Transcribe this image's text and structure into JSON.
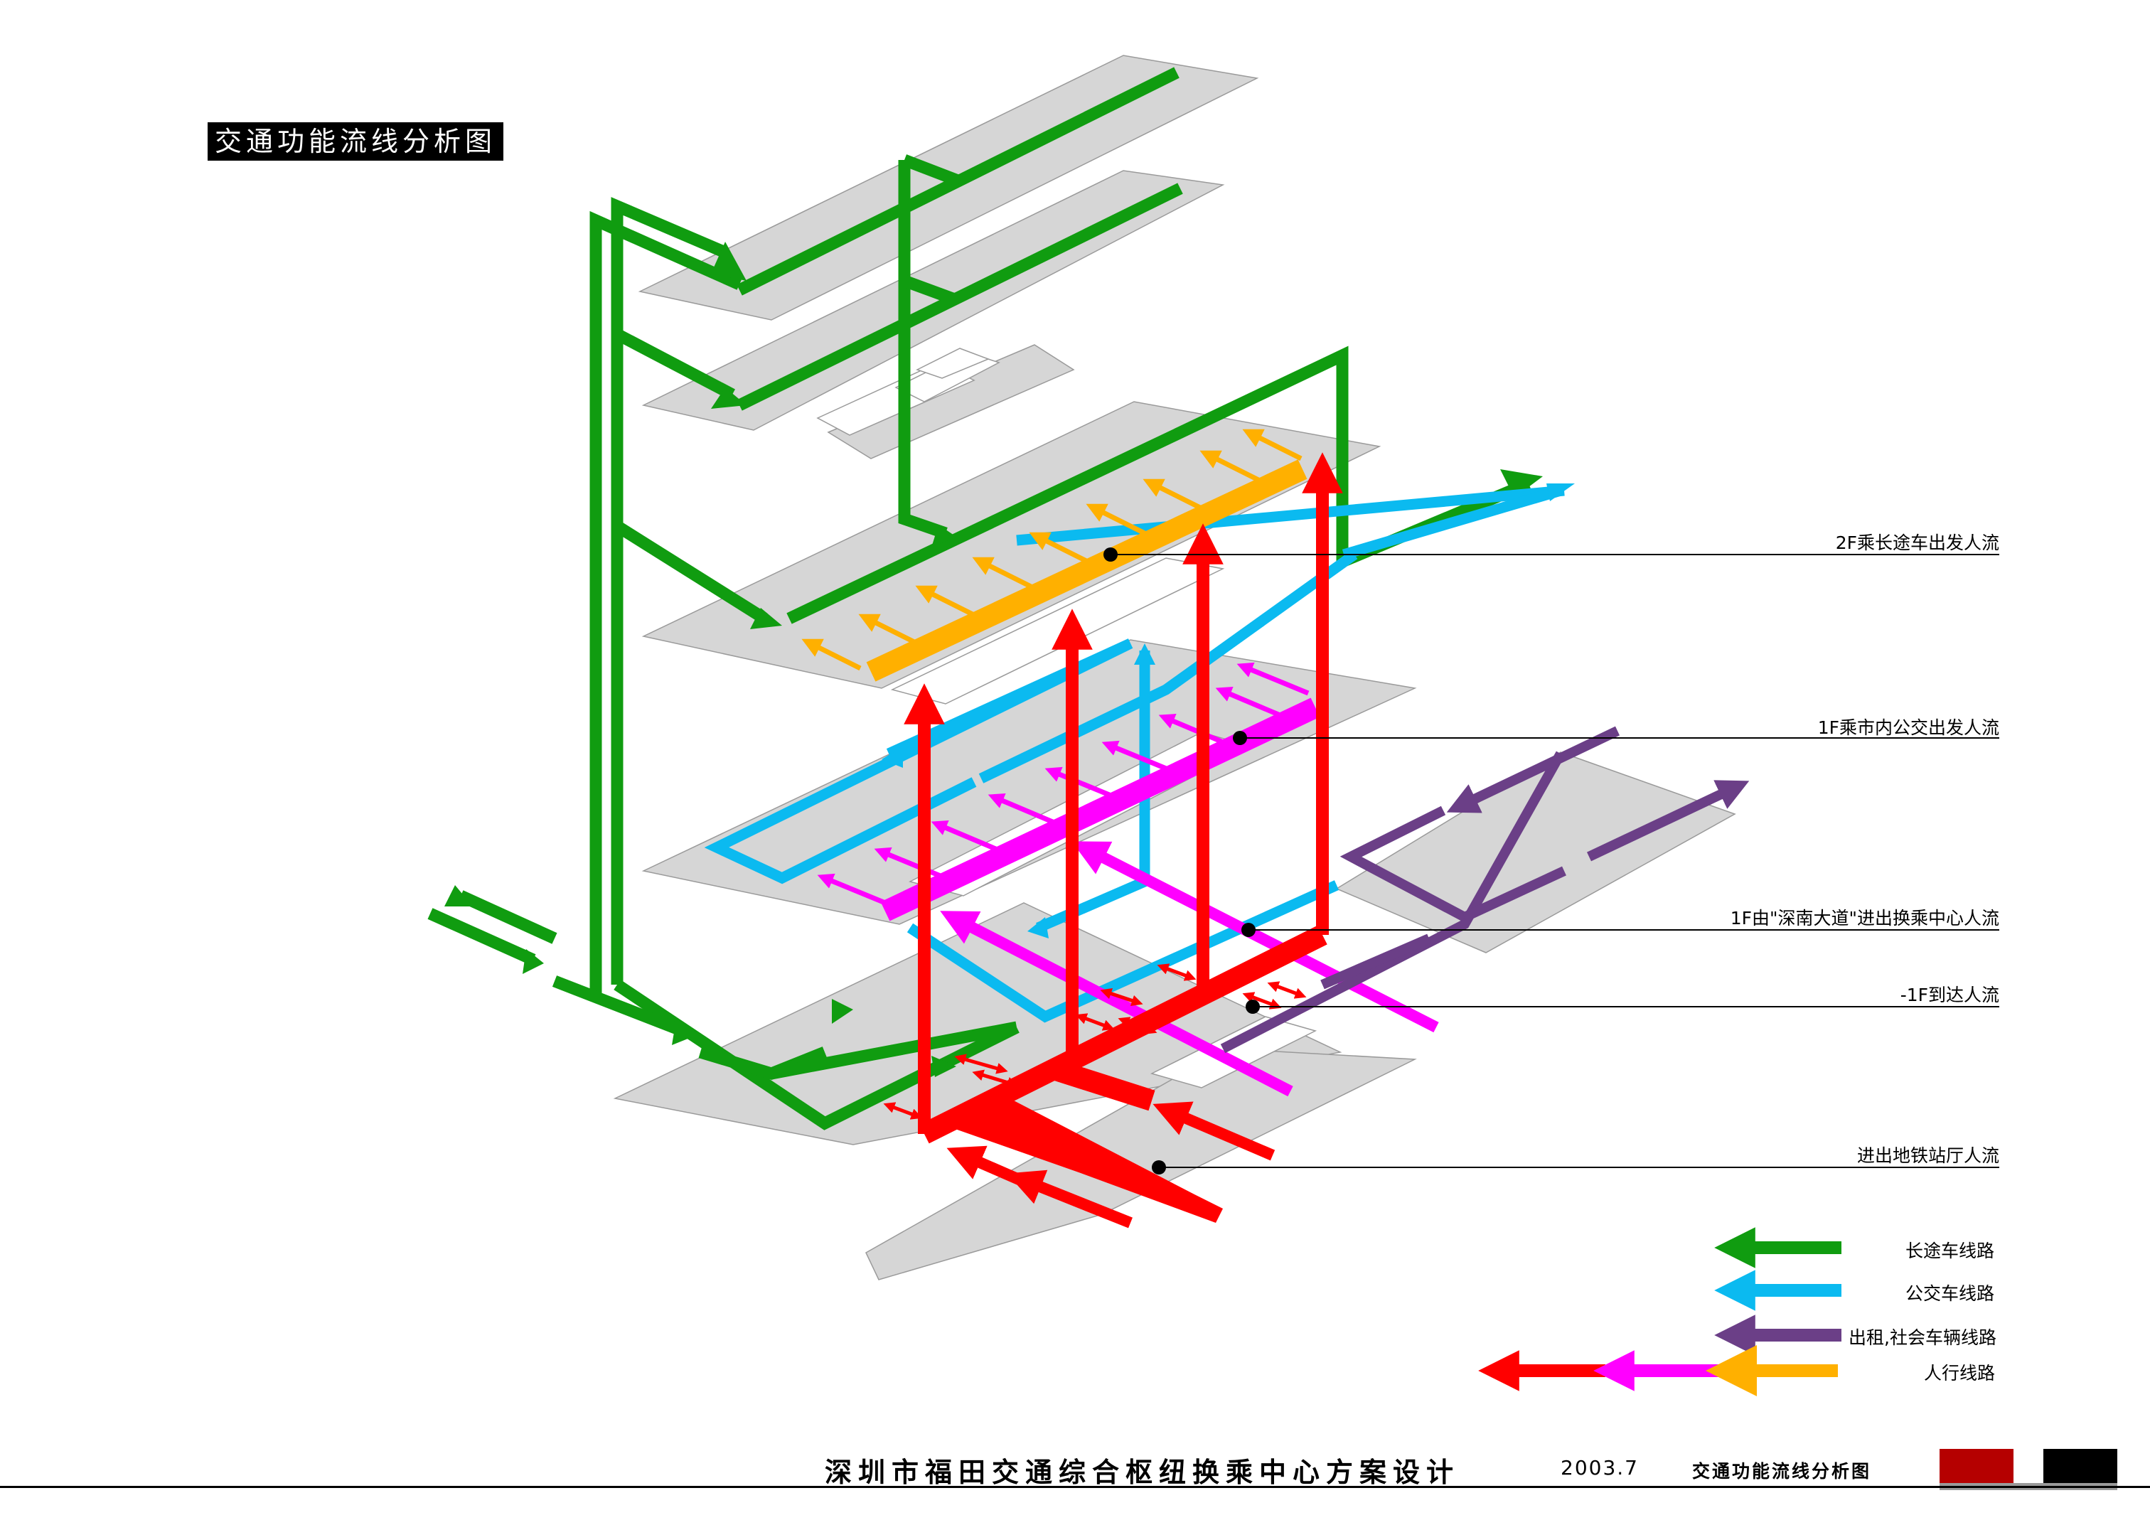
{
  "title": "交通功能流线分析图",
  "callouts": [
    {
      "label": "2F乘长途车出发人流"
    },
    {
      "label": "1F乘市内公交出发人流"
    },
    {
      "label": "1F由\"深南大道\"进出换乘中心人流"
    },
    {
      "label": "-1F到达人流"
    },
    {
      "label": "进出地铁站厅人流"
    }
  ],
  "legend": [
    {
      "label": "长途车线路",
      "colors": [
        "#109C10"
      ]
    },
    {
      "label": "公交车线路",
      "colors": [
        "#0BBAF0"
      ]
    },
    {
      "label": "出租,社会车辆线路",
      "colors": [
        "#6B3F87"
      ]
    },
    {
      "label": "人行线路",
      "colors": [
        "#FF0000",
        "#FF00FF",
        "#FFB000"
      ]
    }
  ],
  "footer": {
    "project_title": "深圳市福田交通综合枢纽换乘中心方案设计",
    "date": "2003.7",
    "sheet_title": "交通功能流线分析图"
  },
  "colors": {
    "long_distance_bus": "#109C10",
    "city_bus": "#0BBAF0",
    "taxi_private": "#6B3F87",
    "pedestrian_red": "#FF0000",
    "pedestrian_magenta": "#FF00FF",
    "pedestrian_orange": "#FFB000",
    "floor_plate": "#D6D6D6",
    "swatch_red": "#B50000",
    "swatch_black": "#000000"
  }
}
